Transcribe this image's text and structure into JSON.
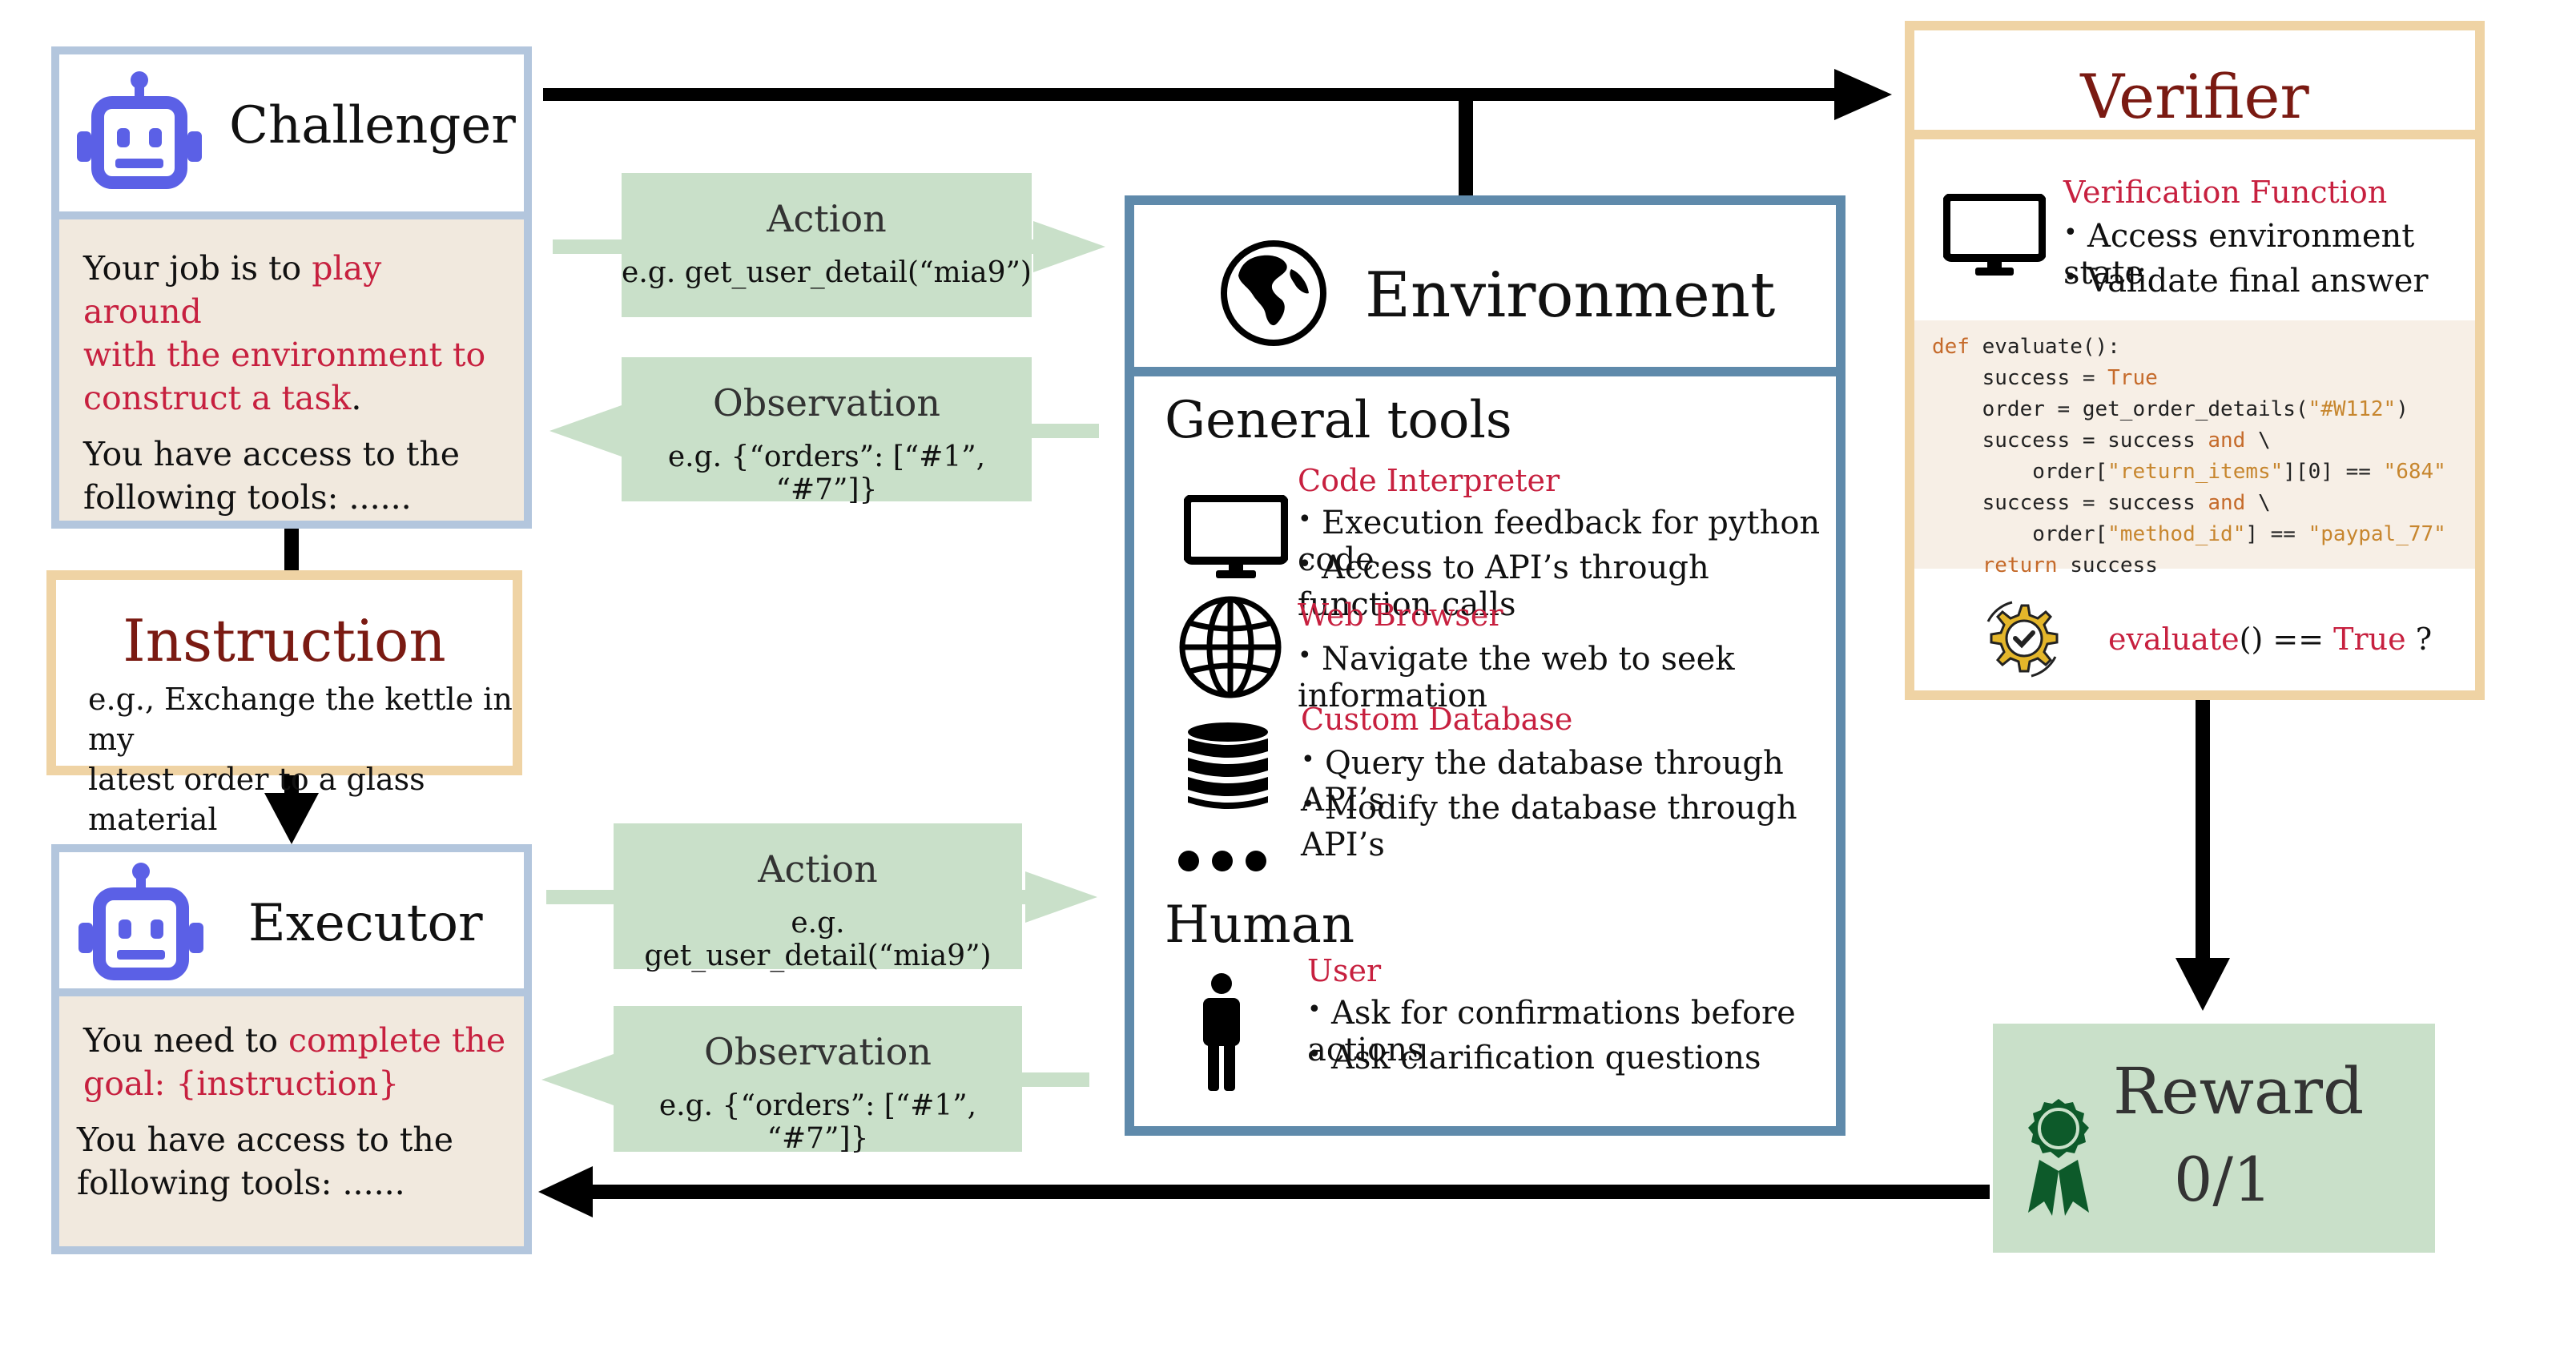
{
  "challenger": {
    "title": "Challenger",
    "text_prefix": "Your job is to ",
    "text_red_1": "play around",
    "text_red_2": "with the environment to",
    "text_red_3": "construct a task",
    "text_end": ".",
    "tools_line_1": "You have access to the",
    "tools_line_2": "following tools: ......"
  },
  "instruction": {
    "title": "Instruction",
    "line_1": "e.g., Exchange the kettle in my",
    "line_2": "latest order to a glass material"
  },
  "executor": {
    "title": "Executor",
    "text_prefix": "You need to ",
    "text_red_1": "complete the",
    "text_red_2": "goal: {instruction}",
    "tools_line_1": "You have access to the",
    "tools_line_2": "following tools: ......"
  },
  "flows": {
    "top_action": {
      "title": "Action",
      "example": "e.g. get_user_detail(“mia9”)"
    },
    "top_observation": {
      "title": "Observation",
      "example": "e.g. {“orders”: [“#1”, “#7”]}"
    },
    "bottom_action": {
      "title": "Action",
      "example": "e.g. get_user_detail(“mia9”)"
    },
    "bottom_observation": {
      "title": "Observation",
      "example": "e.g. {“orders”: [“#1”, “#7”]}"
    }
  },
  "environment": {
    "title": "Environment",
    "general_tools": "General tools",
    "code_interpreter": {
      "name": "Code Interpreter",
      "items": [
        "Execution feedback for python code",
        "Access to API’s through function calls"
      ]
    },
    "web_browser": {
      "name": "Web Browser",
      "items": [
        "Navigate the web to seek information"
      ]
    },
    "custom_database": {
      "name": "Custom Database",
      "items": [
        "Query the database through API’s",
        "Modify the database through API’s"
      ]
    },
    "human": "Human",
    "user": {
      "name": "User",
      "items": [
        "Ask for confirmations before actions",
        "Ask clarification questions"
      ]
    }
  },
  "verifier": {
    "title": "Verifier",
    "function_title": "Verification Function",
    "items": [
      "Access environment state",
      "Validate final answer"
    ],
    "check_red": "evaluate",
    "check_mid": "() == ",
    "check_true": "True",
    "check_q": " ?"
  },
  "reward": {
    "title": "Reward",
    "value": "0/1"
  },
  "icons": {
    "robot": "robot-icon",
    "globe": "globe-icon",
    "monitor": "monitor-icon",
    "web": "web-globe-icon",
    "database": "database-icon",
    "ellipsis": "ellipsis-icon",
    "person": "person-icon",
    "gear_check": "gear-check-icon",
    "ribbon": "award-ribbon-icon"
  },
  "colors": {
    "agent_blue": "#5b60e6",
    "frame_blue": "#b3c6dd",
    "frame_tan": "#efd3a4",
    "env_blue": "#5f8aab",
    "green_box": "#c9e0c9",
    "red_text": "#c7203f"
  }
}
